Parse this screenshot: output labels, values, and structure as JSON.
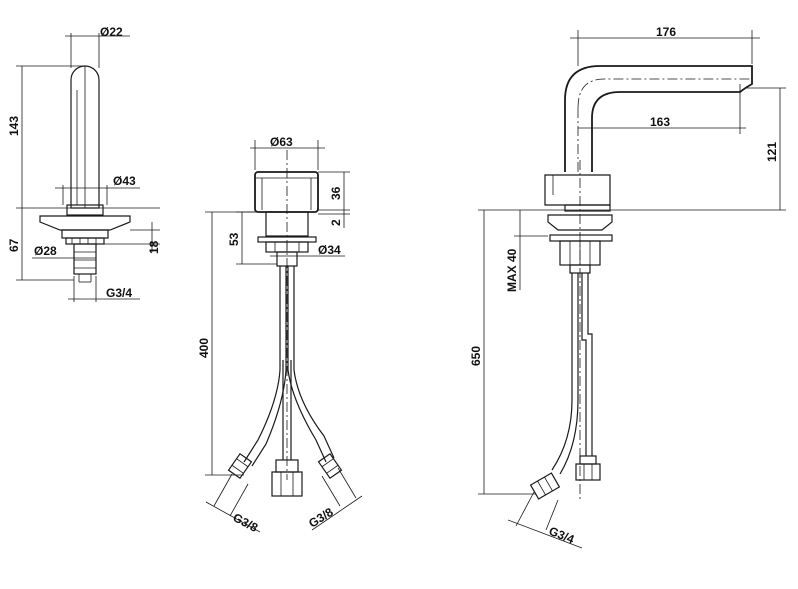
{
  "views": {
    "left": {
      "dimensions": {
        "top_diameter": "Ø22",
        "height": "143",
        "mid_diameter": "Ø43",
        "base_height": "67",
        "flange_thickness": "18",
        "bottom_diameter": "Ø28",
        "thread": "G3/4"
      }
    },
    "center": {
      "dimensions": {
        "top_diameter": "Ø63",
        "cap_height": "36",
        "gap": "2",
        "body_height": "53",
        "nut_diameter": "Ø34",
        "hose_length": "400",
        "hose_thread_left": "G3/8",
        "hose_thread_right": "G3/8"
      }
    },
    "right": {
      "dimensions": {
        "overall_reach": "176",
        "spout_reach": "163",
        "spout_height": "121",
        "max_deck": "MAX 40",
        "hose_length": "650",
        "hose_thread": "G3/4"
      }
    }
  }
}
